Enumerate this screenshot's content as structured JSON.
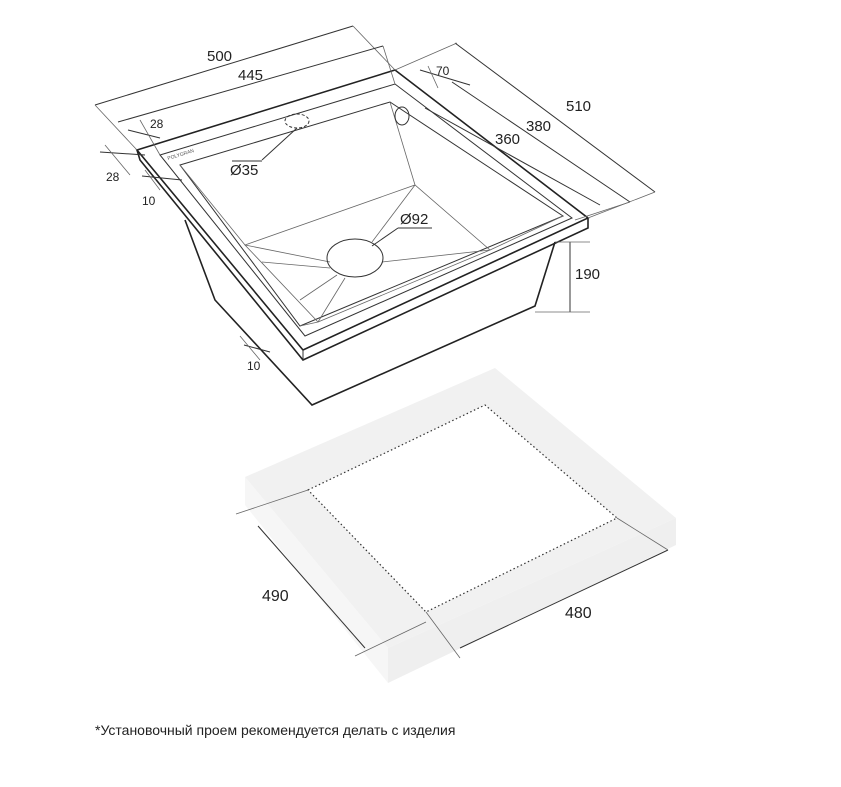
{
  "sink": {
    "brand_mark": "POLYGRAN",
    "dims": {
      "total_width": "500",
      "bowl_width": "445",
      "total_depth": "510",
      "depth_380": "380",
      "depth_360": "360",
      "tap_offset": "70",
      "rim_left": "28",
      "rim_front": "28",
      "rim_offset": "10",
      "tap_hole": "Ø35",
      "drain_hole": "Ø92",
      "bowl_height": "190",
      "wall_offset": "10"
    }
  },
  "cutout": {
    "dims": {
      "depth": "490",
      "width": "480"
    }
  },
  "footnote": "*Установочный проем рекомендуется делать с изделия"
}
